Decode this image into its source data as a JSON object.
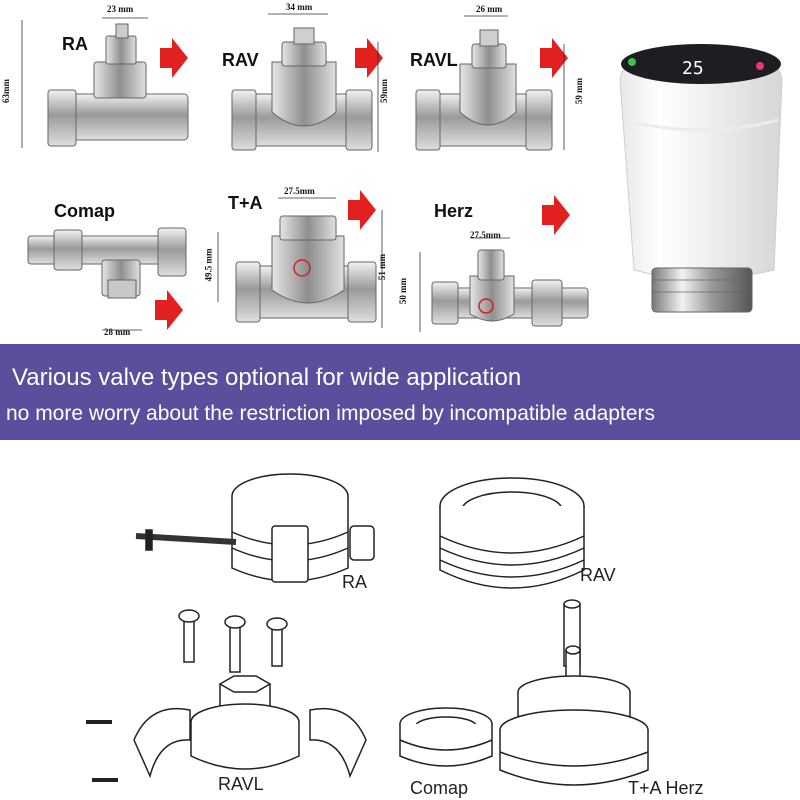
{
  "valves": [
    {
      "label": "RA",
      "dims": [
        "23 mm",
        "63mm"
      ]
    },
    {
      "label": "RAV",
      "dims": [
        "34 mm",
        "59mm"
      ]
    },
    {
      "label": "RAVL",
      "dims": [
        "26 mm",
        "59 mm"
      ]
    },
    {
      "label": "Comap",
      "dims": [
        "49.5 mm",
        "28 mm"
      ]
    },
    {
      "label": "T+A",
      "dims": [
        "27.5mm",
        "51 mm"
      ]
    },
    {
      "label": "Herz",
      "dims": [
        "27.5mm",
        "50 mm"
      ]
    }
  ],
  "thermostat": {
    "display": "25"
  },
  "banner": {
    "line1": "Various valve types optional for wide application",
    "line2": "no more worry about the restriction imposed by incompatible adapters"
  },
  "adapters": [
    "RA",
    "RAV",
    "RAVL",
    "Comap",
    "T+A Herz"
  ],
  "colors": {
    "banner": "#5b4e9c",
    "arrow": "#e32020"
  }
}
